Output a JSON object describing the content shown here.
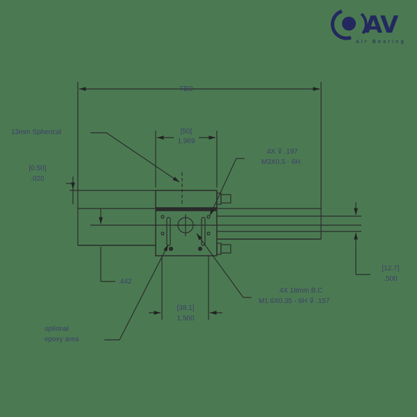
{
  "logo": {
    "mark": "AV",
    "tagline": "Air Bearing",
    "color": "#23285e"
  },
  "drawing": {
    "background": "#4b7a52",
    "line_color": "#2b2b2b",
    "text_color": "#3d3f6a",
    "dimensions": {
      "overall_length": "TBD",
      "top_width_mm": "[50]",
      "top_width_in": "1.969",
      "left_offset_mm": "[0.50]",
      "left_offset_in": ".020",
      "right_height_mm": "[12.7]",
      "right_height_in": ".500",
      "left_lower": ".442",
      "bottom_width_mm": "[38.1]",
      "bottom_width_in": "1.500"
    },
    "callouts": {
      "spherical": "13mm Spherical",
      "tap_top_line1": "4X ⊽ .197",
      "tap_top_line2": "M3X0.5 - 6H",
      "bc_line1": "4X 18mm B.C",
      "bc_line2": "M1.6X0.35 - 6H ⊽ .157",
      "epoxy_line1": "optional",
      "epoxy_line2": "epoxy area"
    }
  }
}
